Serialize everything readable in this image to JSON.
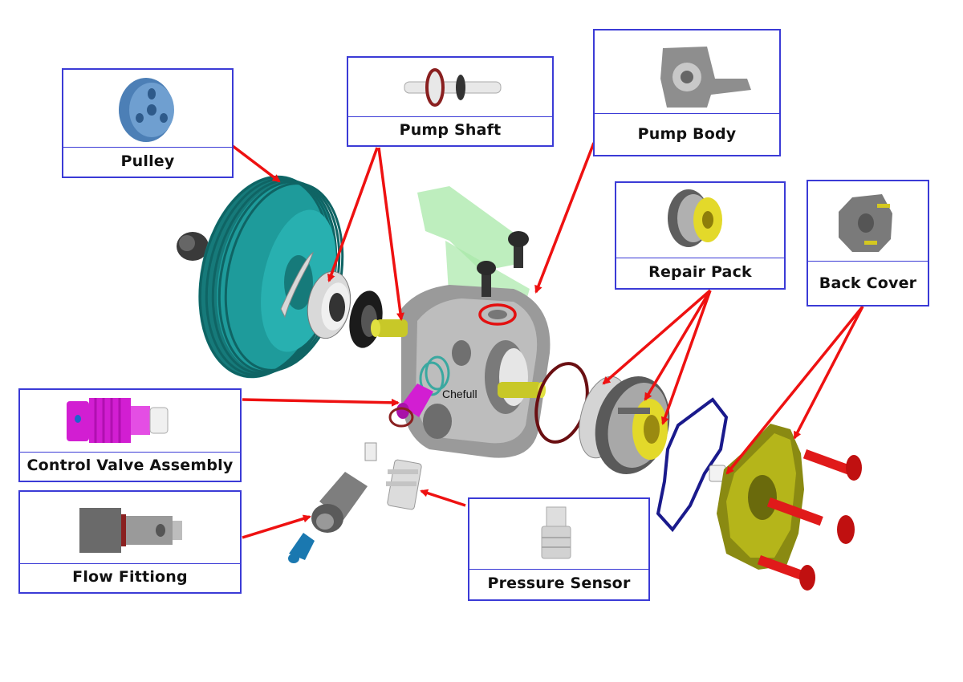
{
  "callouts": {
    "pulley": "Pulley",
    "pump_shaft": "Pump Shaft",
    "pump_body": "Pump Body",
    "repair_pack": "Repair Pack",
    "back_cover": "Back Cover",
    "control_valve": "Control Valve Assembly",
    "flow_fitting": "Flow Fittiong",
    "pressure_sensor": "Pressure Sensor"
  },
  "annotation": "Chefull",
  "colors": {
    "callout_border": "#3b3bd6",
    "arrow": "#ee1111",
    "pulley": "#1e9b9b",
    "valve": "#d21ed2",
    "cover": "#8a8a12",
    "bolt": "#e01a1a",
    "gasket": "#1a1a8c"
  }
}
